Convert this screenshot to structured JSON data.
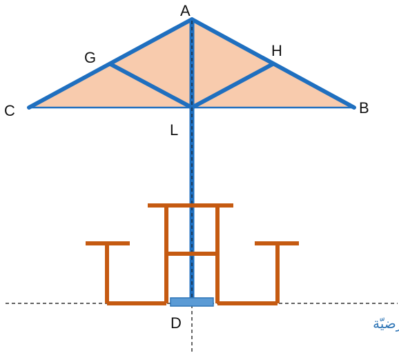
{
  "points": {
    "A": "A",
    "B": "B",
    "C": "C",
    "D": "D",
    "G": "G",
    "H": "H",
    "L": "L"
  },
  "ground_label": "أرضيّة",
  "colors": {
    "umbrella_fill": "#f8cbad",
    "frame_blue": "#1f6fbf",
    "table_orange": "#c55a11",
    "base_blue": "#5b9bd5",
    "ground_label_blue": "#2e75b6",
    "dashed_line": "#000000"
  }
}
